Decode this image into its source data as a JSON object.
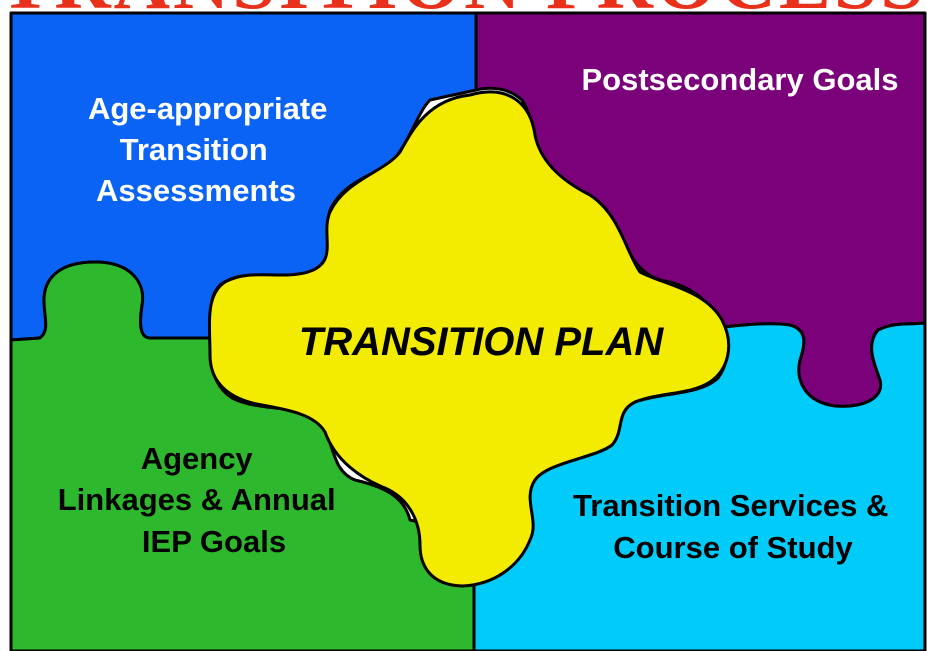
{
  "title": "TRANSITION PROCESS",
  "colors": {
    "title": "#e8301a",
    "top_left": "#0a63f5",
    "top_right": "#7a017a",
    "bottom_left": "#2db82e",
    "bottom_right": "#00cbf9",
    "center": "#f3ec00",
    "label_light": "#ffffff",
    "label_dark": "#000000"
  },
  "pieces": {
    "top_left": {
      "lines": [
        "Age-appropriate",
        "Transition",
        "Assessments"
      ]
    },
    "top_right": {
      "lines": [
        "Postsecondary Goals"
      ]
    },
    "bottom_left": {
      "lines": [
        "Agency",
        "Linkages & Annual",
        "IEP Goals"
      ]
    },
    "bottom_right": {
      "lines": [
        "Transition Services &",
        "Course of Study"
      ]
    },
    "center": {
      "label": "TRANSITION PLAN"
    }
  }
}
